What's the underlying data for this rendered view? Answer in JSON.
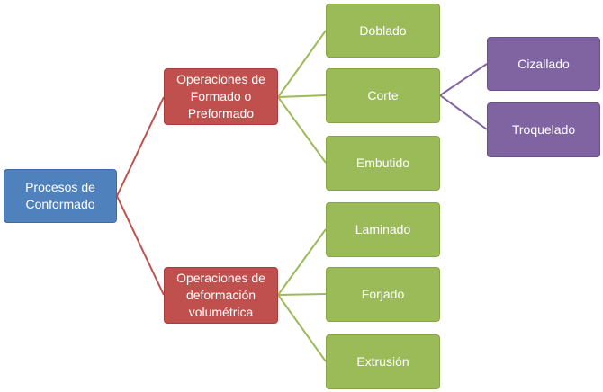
{
  "diagram": {
    "root": {
      "label": "Procesos de\nConformado",
      "color": "#4f81bd"
    },
    "groups": [
      {
        "label": "Operaciones de\nFormado o\nPreformado",
        "color": "#c0504d",
        "children": [
          "Doblado",
          "Corte",
          "Embutido"
        ]
      },
      {
        "label": "Operaciones de\ndeformación\nvolumétrica",
        "color": "#c0504d",
        "children": [
          "Laminado",
          "Forjado",
          "Extrusión"
        ]
      }
    ],
    "corte_children": [
      "Cizallado",
      "Troquelado"
    ],
    "colors": {
      "root": "#4f81bd",
      "level1": "#c0504d",
      "level2": "#9bbb59",
      "level3": "#8064a2",
      "connector_level1": "#c0504d",
      "connector_level2": "#9bbb59",
      "connector_level3": "#8064a2"
    }
  }
}
